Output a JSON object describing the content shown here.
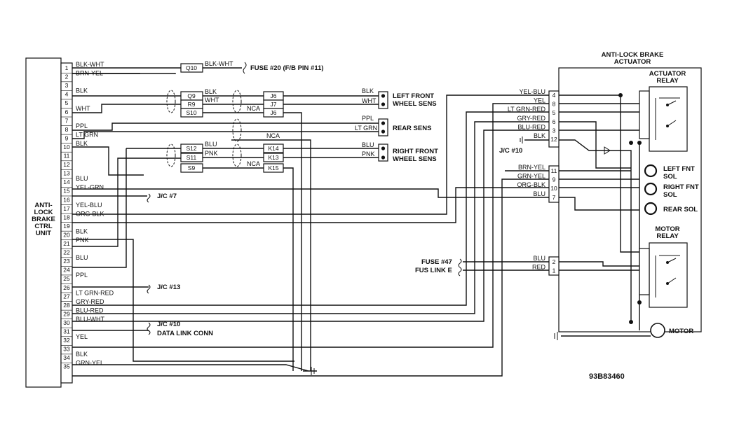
{
  "ecu": {
    "label_lines": [
      "ANTI-",
      "LOCK",
      "BRAKE",
      "CTRL",
      "UNIT"
    ],
    "pins": [
      "1",
      "2",
      "3",
      "4",
      "5",
      "6",
      "7",
      "8",
      "9",
      "10",
      "11",
      "12",
      "13",
      "14",
      "15",
      "16",
      "17",
      "18",
      "19",
      "20",
      "21",
      "22",
      "23",
      "24",
      "25",
      "26",
      "27",
      "28",
      "29",
      "30",
      "31",
      "32",
      "33",
      "34",
      "35"
    ]
  },
  "ecu_wires": [
    {
      "pin": 1,
      "label": "BLK-WHT"
    },
    {
      "pin": 2,
      "label": "BRN-YEL"
    },
    {
      "pin": 4,
      "label": "BLK"
    },
    {
      "pin": 6,
      "label": "WHT"
    },
    {
      "pin": 8,
      "label": "PPL"
    },
    {
      "pin": 9,
      "label": "LT GRN"
    },
    {
      "pin": 10,
      "label": "BLK"
    },
    {
      "pin": 14,
      "label": "BLU"
    },
    {
      "pin": 15,
      "label": "YEL-GRN"
    },
    {
      "pin": 17,
      "label": "YEL-BLU"
    },
    {
      "pin": 18,
      "label": "ORG-BLK"
    },
    {
      "pin": 20,
      "label": "BLK"
    },
    {
      "pin": 21,
      "label": "PNK"
    },
    {
      "pin": 23,
      "label": "BLU"
    },
    {
      "pin": 25,
      "label": "PPL"
    },
    {
      "pin": 27,
      "label": "LT GRN-RED"
    },
    {
      "pin": 28,
      "label": "GRY-RED"
    },
    {
      "pin": 29,
      "label": "BLU-RED"
    },
    {
      "pin": 30,
      "label": "BLU-WHT"
    },
    {
      "pin": 32,
      "label": "YEL"
    },
    {
      "pin": 34,
      "label": "BLK"
    },
    {
      "pin": 35,
      "label": "GRN-YEL"
    }
  ],
  "connectors": {
    "q10": "Q10",
    "q9": "Q9",
    "r9": "R9",
    "s10": "S10",
    "s12": "S12",
    "s11": "S11",
    "s9": "S9",
    "j6a": "J6",
    "j7": "J7",
    "j6b": "J6",
    "k14": "K14",
    "k13": "K13",
    "k15": "K15"
  },
  "mid_labels": {
    "q10_wire": "BLK-WHT",
    "fuse20": "FUSE #20 (F/B PIN #11)",
    "lf_blk": "BLK",
    "lf_wht": "WHT",
    "nca1": "NCA",
    "nca2": "NCA",
    "nca3": "NCA",
    "rf_blu": "BLU",
    "rf_pnk": "PNK",
    "lf_sensor_blk": "BLK",
    "lf_sensor_wht": "WHT",
    "rear_ppl": "PPL",
    "rear_ltgrn": "LT GRN",
    "rf_sensor_blu": "BLU",
    "rf_sensor_pnk": "PNK",
    "jc7": "J/C #7",
    "jc13": "J/C #13",
    "jc10": "J/C #10",
    "data_link": "DATA LINK CONN"
  },
  "sensors": {
    "left_front": [
      "LEFT FRONT",
      "WHEEL SENS"
    ],
    "rear": "REAR SENS",
    "right_front": [
      "RIGHT FRONT",
      "WHEEL SENS"
    ]
  },
  "actuator": {
    "title_lines": [
      "ANTI-LOCK BRAKE",
      "ACTUATOR"
    ],
    "pins_upper": [
      {
        "pin": "4",
        "label": "YEL-BLU"
      },
      {
        "pin": "8",
        "label": "YEL"
      },
      {
        "pin": "5",
        "label": "LT GRN-RED"
      },
      {
        "pin": "6",
        "label": "GRY-RED"
      },
      {
        "pin": "3",
        "label": "BLU-RED"
      },
      {
        "pin": "12",
        "label": "BLK"
      }
    ],
    "pins_lower": [
      {
        "pin": "11",
        "label": "BRN-YEL"
      },
      {
        "pin": "9",
        "label": "GRN-YEL"
      },
      {
        "pin": "10",
        "label": "ORG-BLK"
      },
      {
        "pin": "7",
        "label": "BLU"
      }
    ],
    "pins_power": [
      {
        "pin": "2",
        "label": "BLU"
      },
      {
        "pin": "1",
        "label": "RED"
      }
    ],
    "jc10": "J/C #10",
    "actuator_relay": [
      "ACTUATOR",
      "RELAY"
    ],
    "motor_relay": [
      "MOTOR",
      "RELAY"
    ],
    "left_fnt_sol": [
      "LEFT FNT",
      "SOL"
    ],
    "right_fnt_sol": [
      "RIGHT FNT",
      "SOL"
    ],
    "rear_sol": "REAR SOL",
    "motor": "MOTOR",
    "fuse47": "FUSE #47",
    "fus_link": "FUS LINK E"
  },
  "figure_id": "93B83460"
}
